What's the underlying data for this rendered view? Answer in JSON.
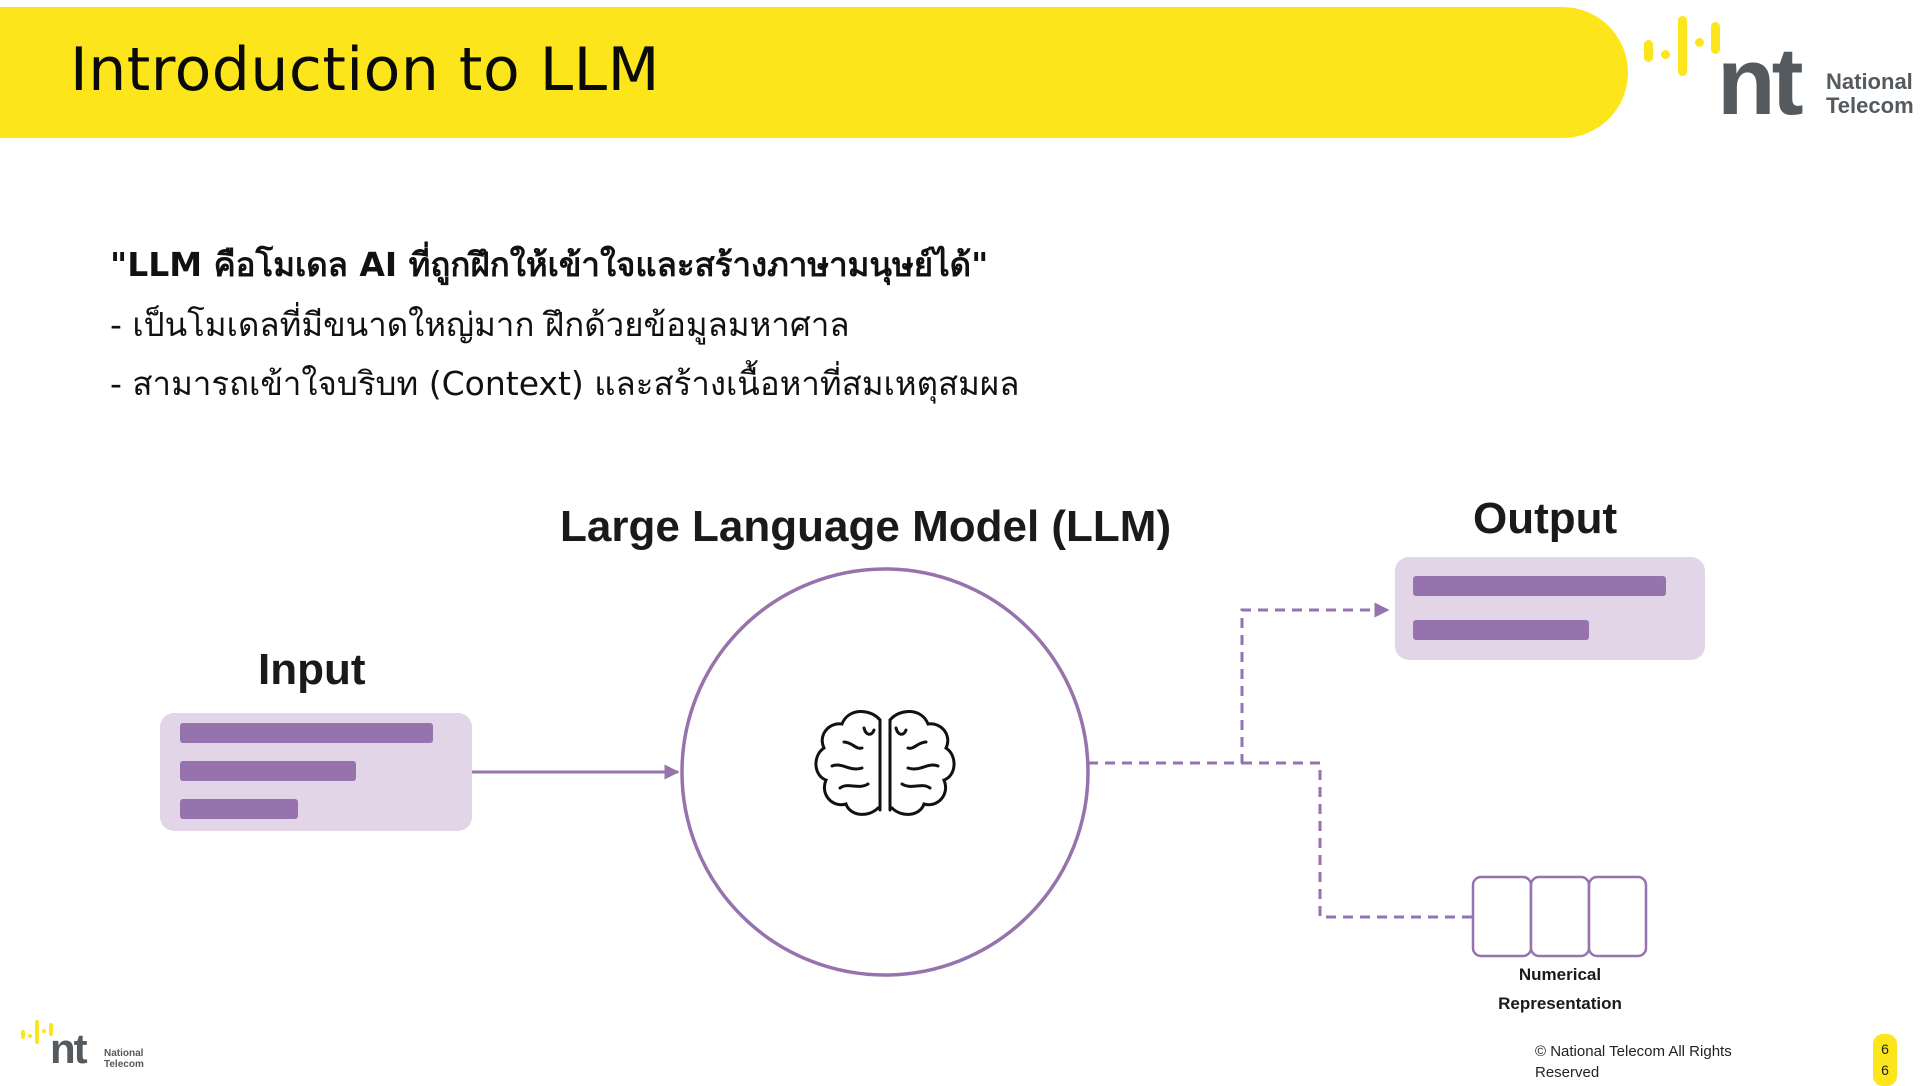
{
  "header": {
    "title": "Introduction to LLM",
    "logo": {
      "mark": "nt",
      "line1": "National",
      "line2": "Telecom"
    }
  },
  "content": {
    "quote": "\"LLM คือโมเดล AI ที่ถูกฝึกให้เข้าใจและสร้างภาษามนุษย์ได้\"",
    "bullets": [
      "- เป็นโมเดลที่มีขนาดใหญ่มาก ฝึกด้วยข้อมูลมหาศาล",
      "- สามารถเข้าใจบริบท (Context) และสร้างเนื้อหาที่สมเหตุสมผล"
    ]
  },
  "diagram": {
    "llm_label": "Large Language Model (LLM)",
    "input_label": "Input",
    "output_label": "Output",
    "numerical_line1": "Numerical",
    "numerical_line2": "Representation",
    "colors": {
      "accent": "#9673ad",
      "box_fill": "#e2d5e8",
      "brand_yellow": "#fde51c",
      "logo_gray": "#555a5f"
    },
    "icons": [
      "brain-icon",
      "arrow-right-icon"
    ]
  },
  "footer": {
    "logo": {
      "mark": "nt",
      "line1": "National",
      "line2": "Telecom"
    },
    "copyright_line1": "© National Telecom All Rights",
    "copyright_line2": "Reserved",
    "page_digit1": "6",
    "page_digit2": "6"
  }
}
